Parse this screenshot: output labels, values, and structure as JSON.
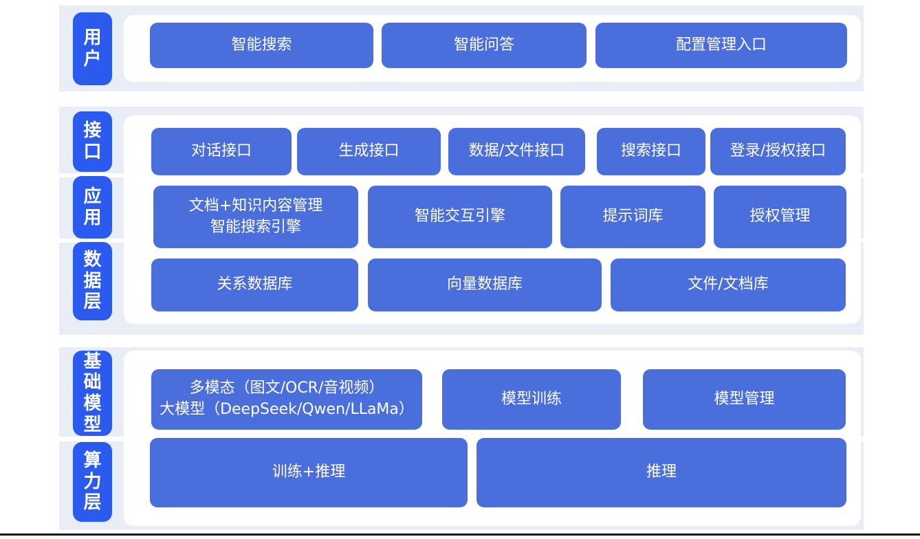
{
  "colors": {
    "layer_pill_blue": "#2b5bee",
    "box_blue": "#4a6edb",
    "band_background": "#e9edf6",
    "panel_background": "#ffffff",
    "bottom_line": "#13151d",
    "text": "#ffffff"
  },
  "sections": [
    {
      "layers": [
        {
          "id": "user",
          "label": "用户"
        }
      ],
      "rows": [
        {
          "boxes": [
            {
              "label": "智能搜索"
            },
            {
              "label": "智能问答"
            },
            {
              "label": "配置管理入口"
            }
          ]
        }
      ]
    },
    {
      "layers": [
        {
          "id": "interface",
          "label": "接口"
        },
        {
          "id": "application",
          "label": "应用"
        },
        {
          "id": "data-layer",
          "label": "数据层"
        }
      ],
      "rows": [
        {
          "boxes": [
            {
              "label": "对话接口"
            },
            {
              "label": "生成接口"
            },
            {
              "label": "数据/文件接口"
            },
            {
              "label": "搜索接口"
            },
            {
              "label": "登录/授权接口"
            }
          ]
        },
        {
          "boxes": [
            {
              "line1": "文档+知识内容管理",
              "line2": "智能搜索引擎"
            },
            {
              "label": "智能交互引擎"
            },
            {
              "label": "提示词库"
            },
            {
              "label": "授权管理"
            }
          ]
        },
        {
          "boxes": [
            {
              "label": "关系数据库"
            },
            {
              "label": "向量数据库"
            },
            {
              "label": "文件/文档库"
            }
          ]
        }
      ]
    },
    {
      "layers": [
        {
          "id": "foundation-model",
          "label": "基础模型"
        },
        {
          "id": "compute-layer",
          "label": "算力层"
        }
      ],
      "rows": [
        {
          "boxes": [
            {
              "line1": "多模态（图文/OCR/音视频）",
              "line2": "大模型（DeepSeek/Qwen/LLaMa）"
            },
            {
              "label": "模型训练"
            },
            {
              "label": "模型管理"
            }
          ]
        },
        {
          "boxes": [
            {
              "label": "训练+推理"
            },
            {
              "label": "推理"
            }
          ]
        }
      ]
    }
  ]
}
